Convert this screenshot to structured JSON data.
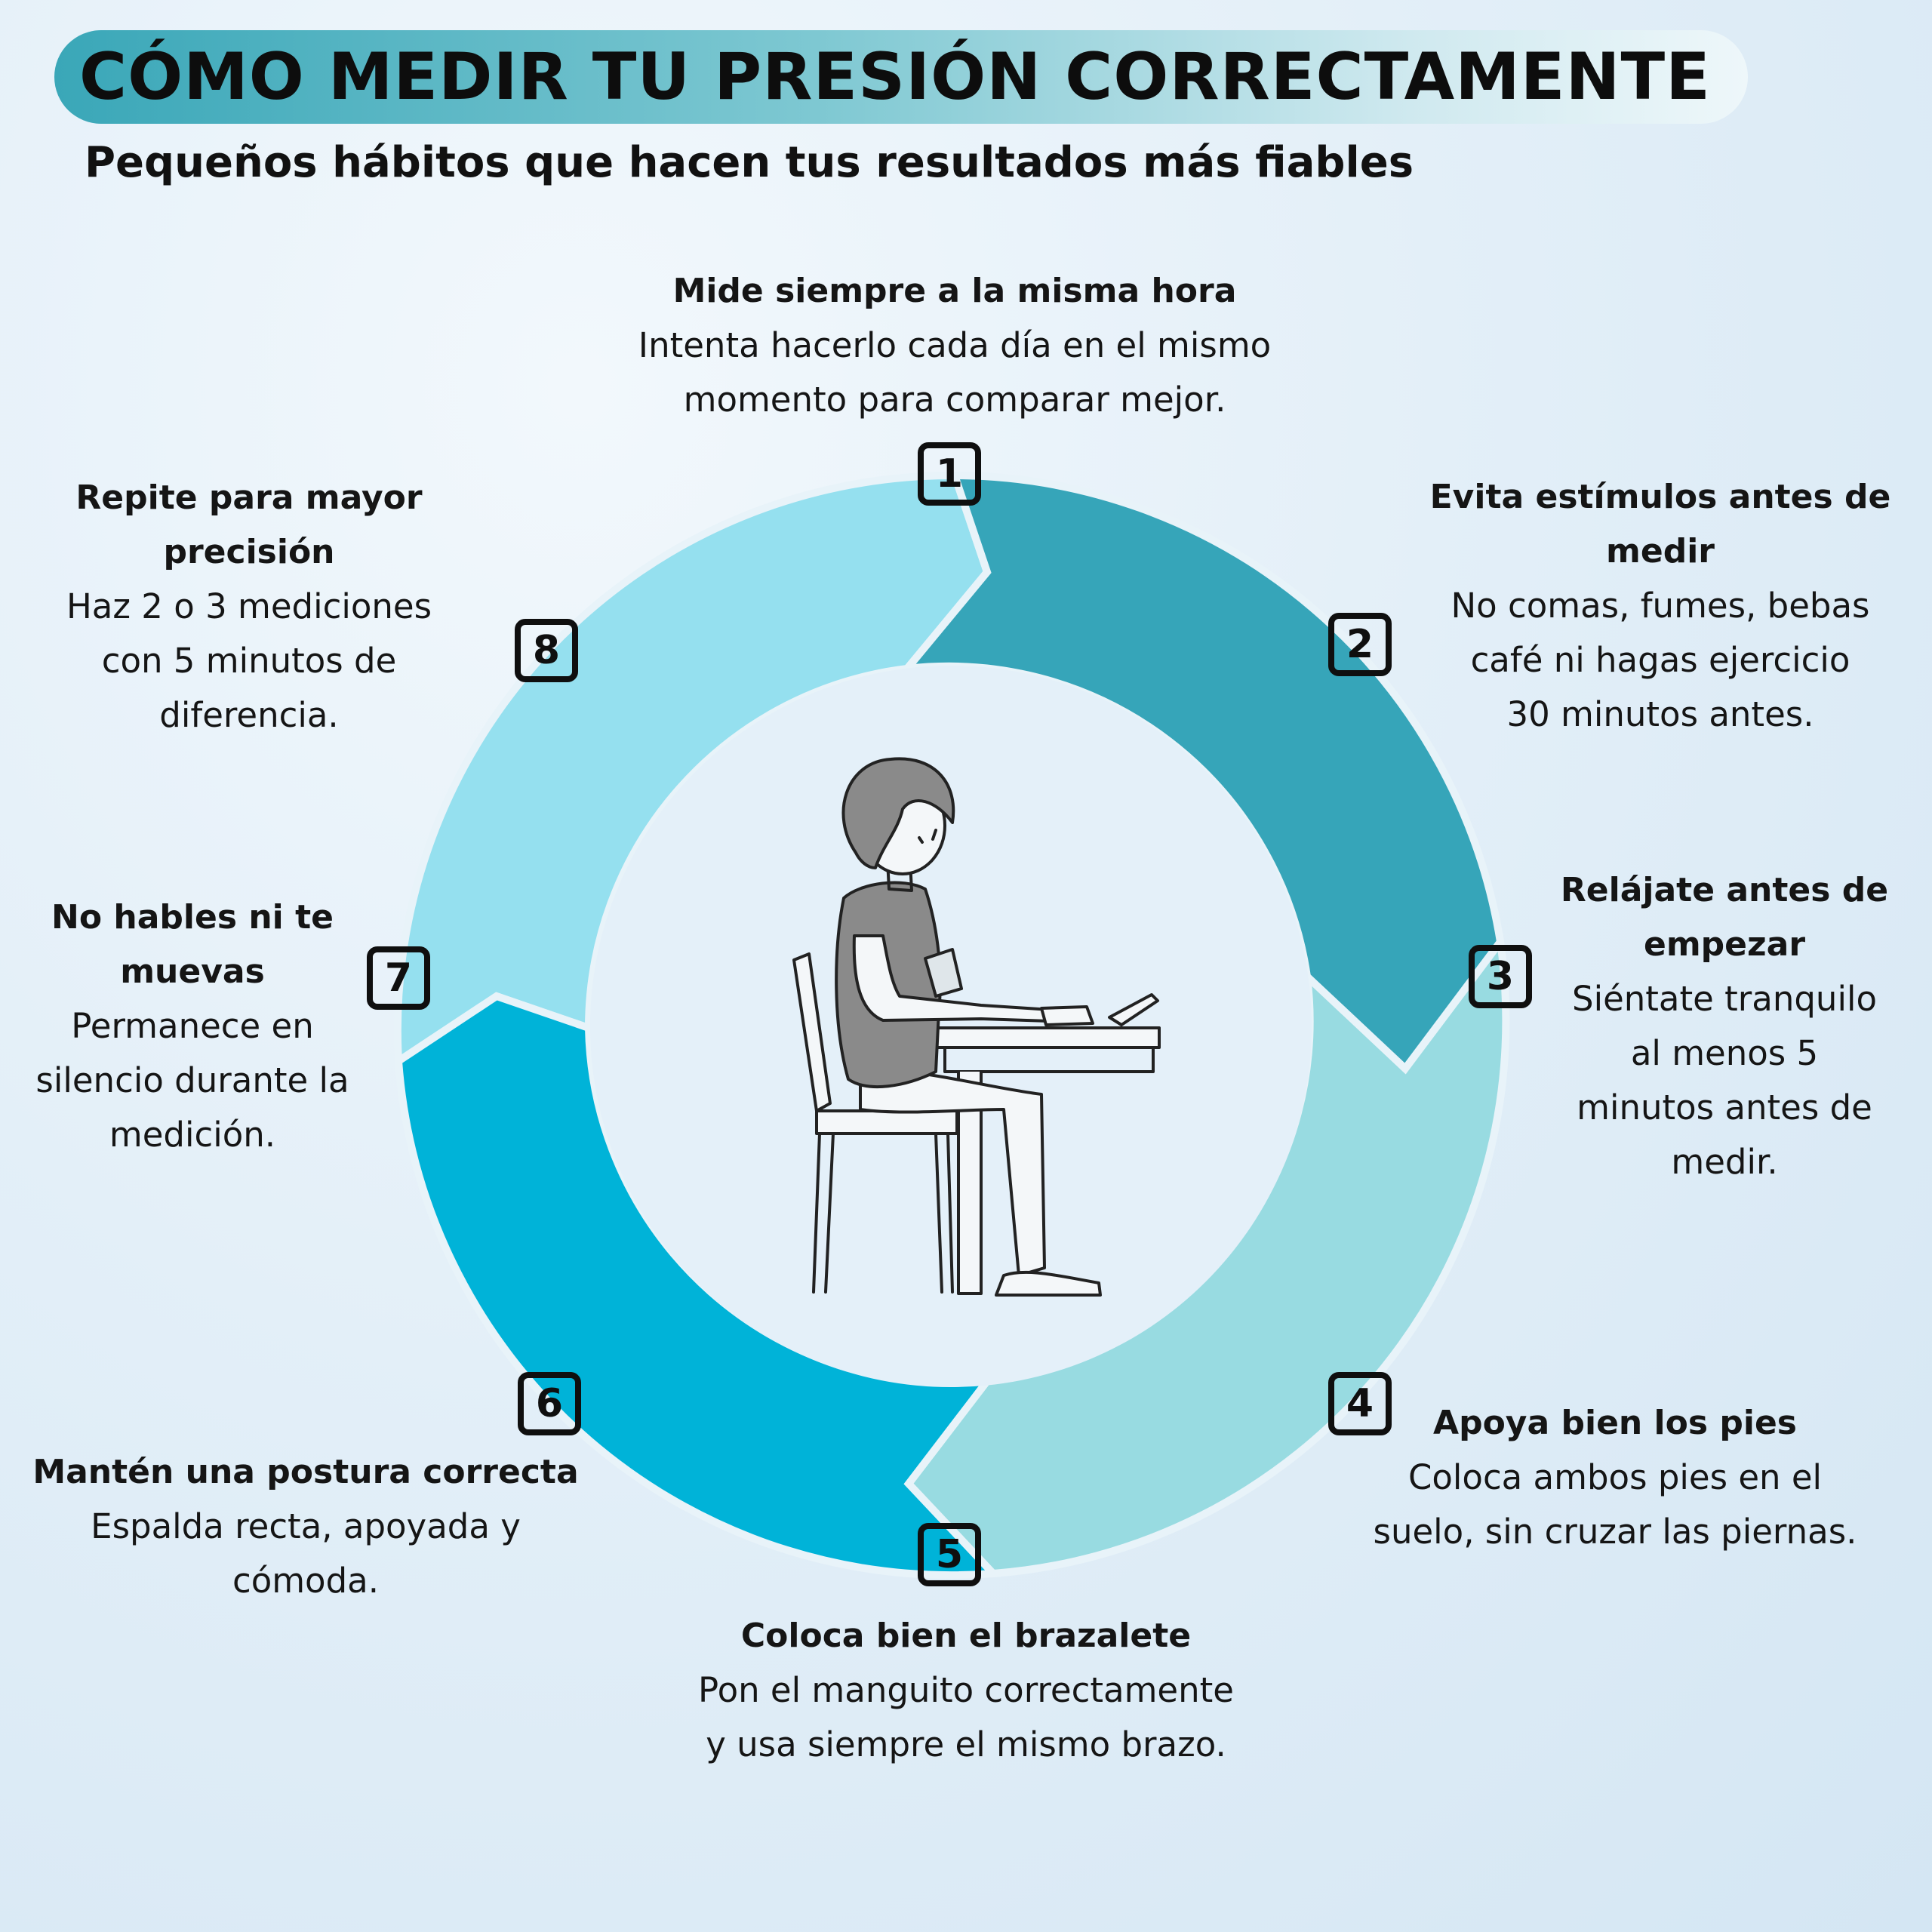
{
  "header": {
    "title": "CÓMO MEDIR TU PRESIÓN CORRECTAMENTE",
    "subtitle": "Pequeños hábitos que hacen tus resultados más fiables"
  },
  "steps": [
    {
      "number": "1",
      "title": "Mide siempre a la misma hora",
      "desc_lines": [
        "Intenta hacerlo cada día en el mismo",
        "momento para comparar mejor."
      ]
    },
    {
      "number": "2",
      "title_lines": [
        "Evita estímulos antes de",
        "medir"
      ],
      "desc_lines": [
        "No comas, fumes, bebas",
        "café ni hagas ejercicio",
        "30 minutos antes."
      ]
    },
    {
      "number": "3",
      "title_lines": [
        "Relájate antes de",
        "empezar"
      ],
      "desc_lines": [
        "Siéntate tranquilo",
        "al menos 5",
        "minutos antes de",
        "medir."
      ]
    },
    {
      "number": "4",
      "title": "Apoya bien los pies",
      "desc_lines": [
        "Coloca ambos pies en el",
        "suelo, sin cruzar las piernas."
      ]
    },
    {
      "number": "5",
      "title": "Coloca bien el brazalete",
      "desc_lines": [
        "Pon el manguito correctamente",
        "y usa siempre el mismo brazo."
      ]
    },
    {
      "number": "6",
      "title": "Mantén una postura correcta",
      "desc_lines": [
        "Espalda recta, apoyada y",
        "cómoda."
      ]
    },
    {
      "number": "7",
      "title_lines": [
        "No hables ni te",
        "muevas"
      ],
      "desc_lines": [
        "Permanece en",
        "silencio durante la",
        "medición."
      ]
    },
    {
      "number": "8",
      "title_lines": [
        "Repite para mayor",
        "precisión"
      ],
      "desc_lines": [
        "Haz 2 o 3 mediciones",
        "con 5 minutos de",
        "diferencia."
      ]
    }
  ],
  "colors": {
    "segment_1": "#95e0ef",
    "segment_2": "#36a5b9",
    "segment_3": "#98dbe1",
    "segment_4": "#00b3d8",
    "segment_outline": "#e8f3f9",
    "center_fill": "#e4f0f9"
  },
  "illustration": "person-seated-measuring-blood-pressure-icon"
}
